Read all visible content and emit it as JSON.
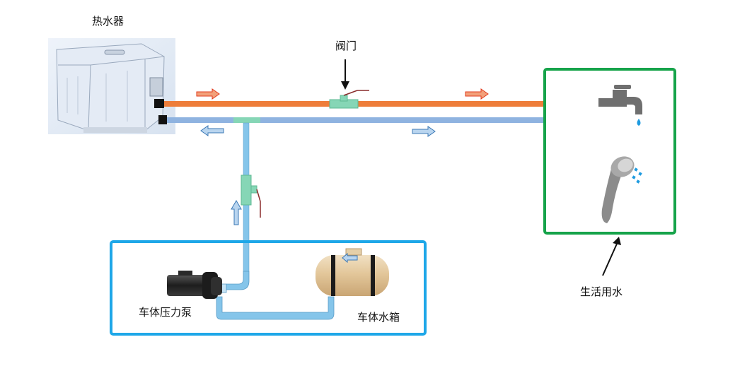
{
  "labels": {
    "heater": "热水器",
    "valve": "阀门",
    "pump": "车体压力泵",
    "tank": "车体水箱",
    "domestic_water": "生活用水"
  },
  "colors": {
    "hot_pipe": "#ee7d3a",
    "cold_pipe": "#8fb3e0",
    "feed_pipe": "#85c5ea",
    "box_blue": "#1ea7e8",
    "box_green": "#16a34a",
    "hot_arrow": "#e23b1e",
    "valve": "#86d6b6"
  },
  "icons": [
    "water-heater-icon",
    "faucet-icon",
    "shower-head-icon",
    "pump-icon",
    "water-tank-icon",
    "ball-valve-icon"
  ]
}
